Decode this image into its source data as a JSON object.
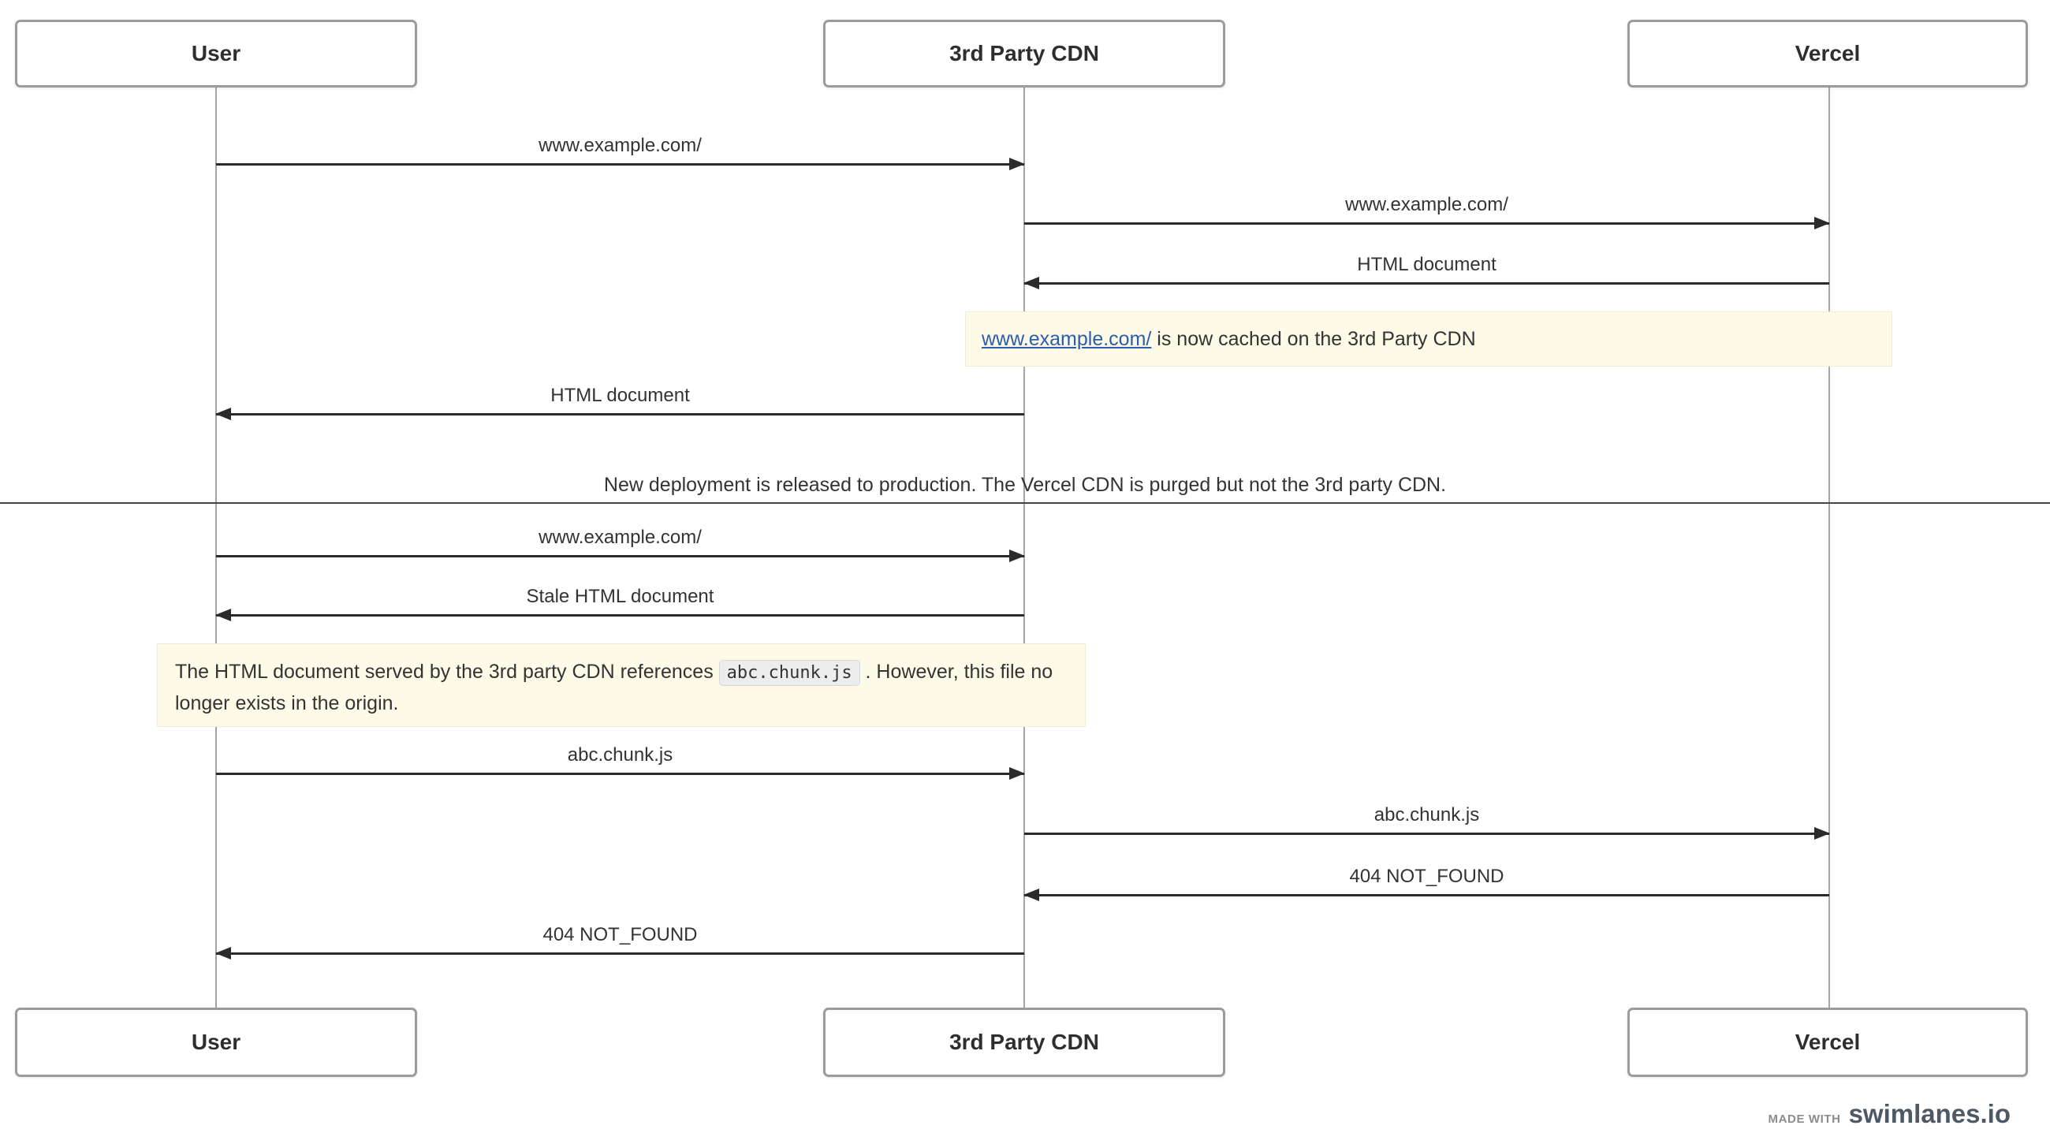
{
  "diagram": {
    "actors": [
      {
        "id": "user",
        "label": "User"
      },
      {
        "id": "cdn",
        "label": "3rd Party CDN"
      },
      {
        "id": "vercel",
        "label": "Vercel"
      }
    ],
    "messages": [
      {
        "from": "user",
        "to": "cdn",
        "label": "www.example.com/"
      },
      {
        "from": "cdn",
        "to": "vercel",
        "label": "www.example.com/"
      },
      {
        "from": "vercel",
        "to": "cdn",
        "label": "HTML document"
      },
      {
        "from": "cdn",
        "to": "user",
        "label": "HTML document"
      },
      {
        "from": "user",
        "to": "cdn",
        "label": "www.example.com/"
      },
      {
        "from": "cdn",
        "to": "user",
        "label": "Stale HTML document"
      },
      {
        "from": "user",
        "to": "cdn",
        "label": "abc.chunk.js"
      },
      {
        "from": "cdn",
        "to": "vercel",
        "label": "abc.chunk.js"
      },
      {
        "from": "vercel",
        "to": "cdn",
        "label": "404 NOT_FOUND"
      },
      {
        "from": "cdn",
        "to": "user",
        "label": "404 NOT_FOUND"
      }
    ],
    "notes": [
      {
        "link": "www.example.com/",
        "text": " is now cached on the 3rd Party CDN"
      },
      {
        "before": "The HTML document served by the 3rd party CDN references ",
        "code": "abc.chunk.js",
        "after": " . However, this file no longer exists in the origin."
      }
    ],
    "divider": "New deployment is released to production. The Vercel CDN is purged but not the 3rd party CDN."
  },
  "footer": {
    "made_with": "MADE WITH",
    "brand": "swimlanes.io"
  },
  "colors": {
    "note-bg": "#fdfbe7",
    "note-border": "#f1edd2",
    "link": "#2a5db0",
    "arrow": "#2b2b2b",
    "actor-border": "#9b9b9b",
    "lifeline": "#a6a6a6",
    "text": "#333333"
  }
}
